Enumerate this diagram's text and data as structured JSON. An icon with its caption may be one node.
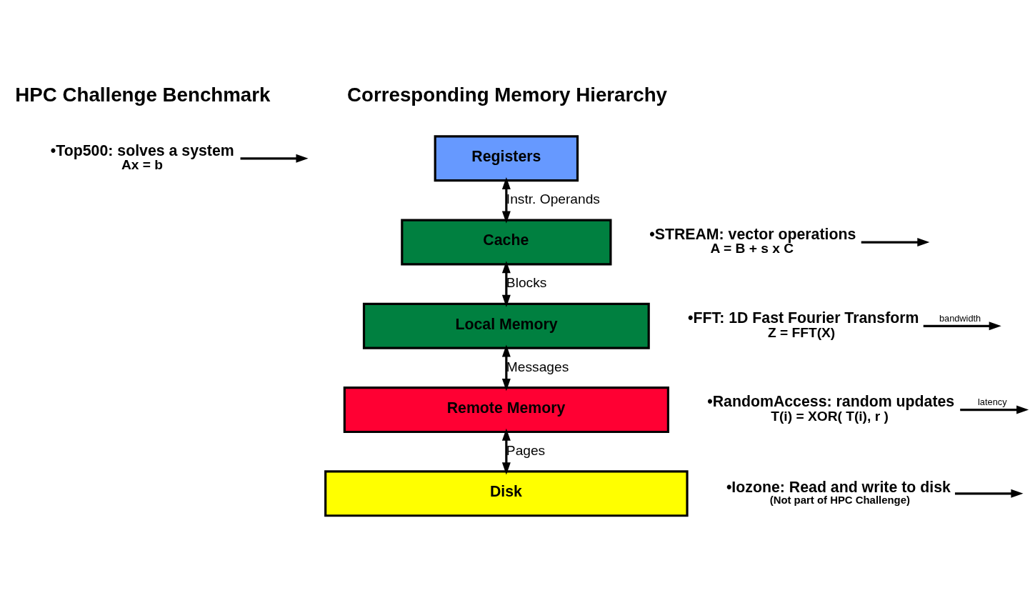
{
  "diagram": {
    "nodes": [
      {
        "text": [
          "Registers"
        ]
      },
      {
        "text": [
          "Cache"
        ]
      },
      {
        "text": [
          "Local Memory"
        ]
      },
      {
        "text": [
          "Remote Memory"
        ]
      },
      {
        "text": [
          "Disk"
        ]
      },
      {
        "text": [
          "•Top500: solves a system",
          "Ax = b"
        ]
      },
      {
        "text": [
          "•STREAM: vector operations",
          "A = B + s x C"
        ]
      },
      {
        "text": [
          "•FFT: 1D Fast Fourier Transform",
          "Z = FFT(X)"
        ]
      },
      {
        "text": [
          "•RandomAccess: random updates",
          "T(i) = XOR( T(i), r )"
        ]
      },
      {
        "text": [
          "•Iozone: Read and write to disk",
          "(Not part of HPC Challenge)"
        ]
      }
    ],
    "edges": [
      {
        "from": 0,
        "to": 1,
        "arrow": "both",
        "label": "Instr. Operands"
      },
      {
        "from": 1,
        "to": 2,
        "arrow": "both",
        "label": "Blocks"
      },
      {
        "from": 2,
        "to": 3,
        "arrow": "both",
        "label": "Messages"
      },
      {
        "from": 3,
        "to": 4,
        "arrow": "both",
        "label": "Pages"
      },
      {
        "from": 5,
        "to": null,
        "arrow": "to"
      },
      {
        "from": 6,
        "to": null,
        "arrow": "to"
      },
      {
        "from": 7,
        "to": null,
        "arrow": "to",
        "label": "bandwidth"
      },
      {
        "from": 8,
        "to": null,
        "arrow": "to",
        "label": "latency"
      },
      {
        "from": 9,
        "to": null,
        "arrow": "to"
      }
    ],
    "labels": [
      "HPC Challenge Benchmark",
      "Corresponding Memory Hierarchy"
    ]
  }
}
